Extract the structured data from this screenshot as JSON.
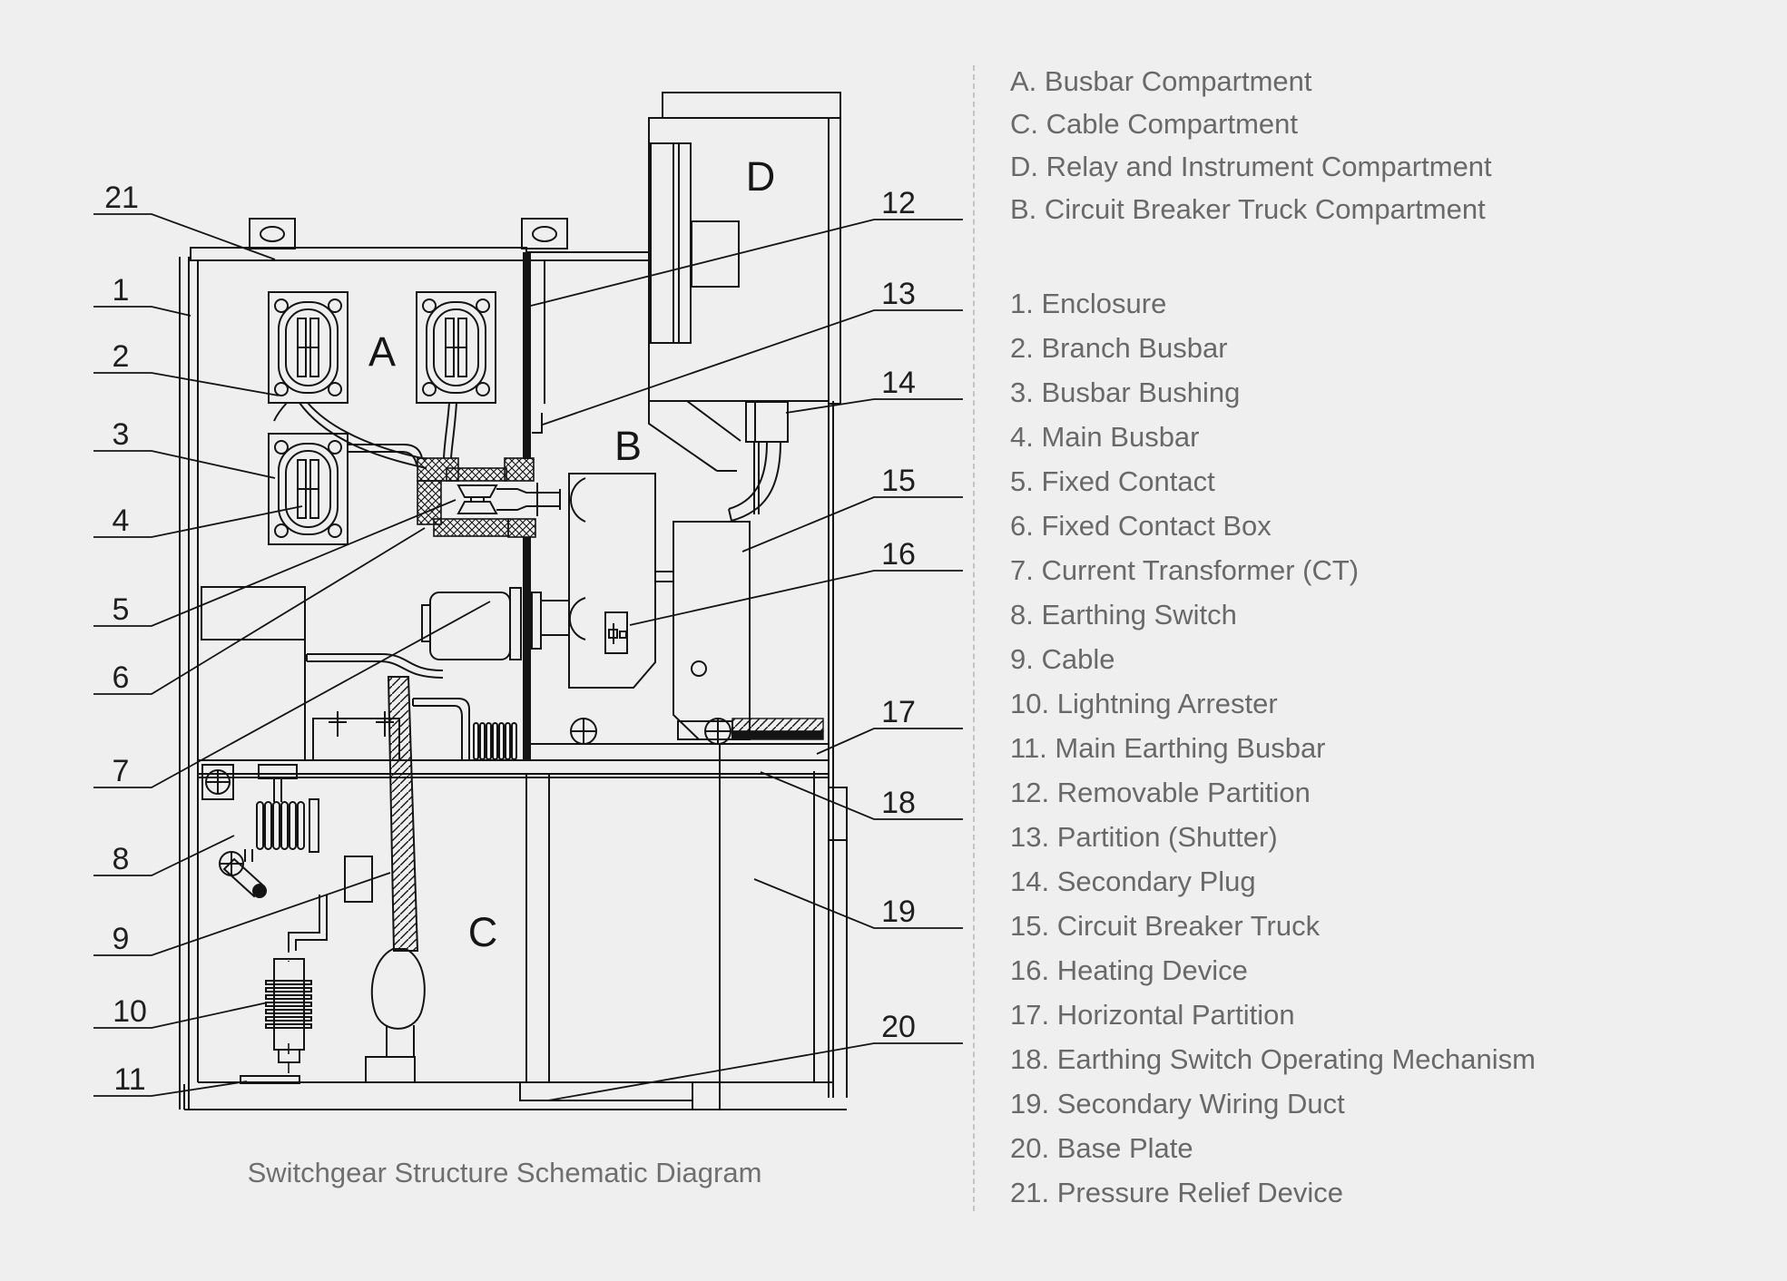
{
  "caption": "Switchgear Structure Schematic Diagram",
  "compartments": {
    "a": "A",
    "b": "B",
    "c": "C",
    "d": "D"
  },
  "callouts": {
    "n1": "1",
    "n2": "2",
    "n3": "3",
    "n4": "4",
    "n5": "5",
    "n6": "6",
    "n7": "7",
    "n8": "8",
    "n9": "9",
    "n10": "10",
    "n11": "11",
    "n12": "12",
    "n13": "13",
    "n14": "14",
    "n15": "15",
    "n16": "16",
    "n17": "17",
    "n18": "18",
    "n19": "19",
    "n20": "20",
    "n21": "21"
  },
  "legend": {
    "compartments": [
      "A. Busbar Compartment",
      "C. Cable Compartment",
      "D. Relay and Instrument Compartment",
      "B. Circuit Breaker Truck Compartment"
    ],
    "items": [
      "1. Enclosure",
      "2. Branch Busbar",
      "3. Busbar Bushing",
      "4. Main Busbar",
      "5. Fixed Contact",
      "6. Fixed Contact Box",
      "7. Current Transformer (CT)",
      "8. Earthing Switch",
      "9. Cable",
      "10. Lightning Arrester",
      "11. Main Earthing Busbar",
      "12. Removable Partition",
      "13. Partition (Shutter)",
      "14. Secondary Plug",
      "15. Circuit Breaker Truck",
      "16. Heating Device",
      "17. Horizontal Partition",
      "18. Earthing Switch Operating Mechanism",
      "19. Secondary Wiring Duct",
      "20. Base Plate",
      "21. Pressure Relief Device"
    ]
  },
  "colors": {
    "background": "#efefef",
    "line": "#141414",
    "legend_text": "#696969",
    "caption_text": "#6f6f6f",
    "callout_text": "#1f1f1f",
    "divider": "#c3c3c3"
  }
}
